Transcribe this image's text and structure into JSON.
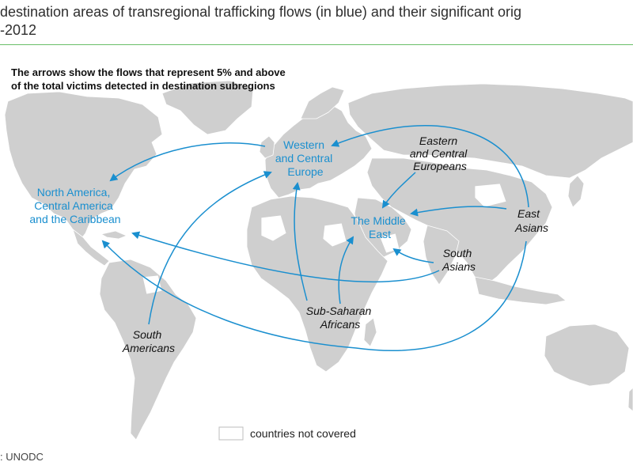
{
  "title": {
    "line1": "destination areas of transregional trafficking flows (in blue) and their significant orig",
    "line2": "-2012"
  },
  "subtitle": {
    "line1": "The arrows show the flows that represent 5% and above",
    "line2": "of the total victims detected in destination subregions"
  },
  "destinations": {
    "western_europe": [
      "Western",
      "and Central",
      "Europe"
    ],
    "north_america": [
      "North America,",
      "Central America",
      "and the Caribbean"
    ],
    "middle_east": [
      "The Middle",
      "East"
    ]
  },
  "origins": {
    "eastern_europeans": [
      "Eastern",
      "and Central",
      "Europeans"
    ],
    "east_asians": [
      "East",
      "Asians"
    ],
    "south_asians": [
      "South",
      "Asians"
    ],
    "sub_saharan": [
      "Sub-Saharan",
      "Africans"
    ],
    "south_americans": [
      "South",
      "Americans"
    ]
  },
  "legend": {
    "label": "countries not covered"
  },
  "source": ": UNODC",
  "colors": {
    "destination_text": "#1a8fcf",
    "arrow": "#1a8fcf",
    "land": "#cfcfcf",
    "border": "#ffffff",
    "not_covered": "#ffffff"
  }
}
